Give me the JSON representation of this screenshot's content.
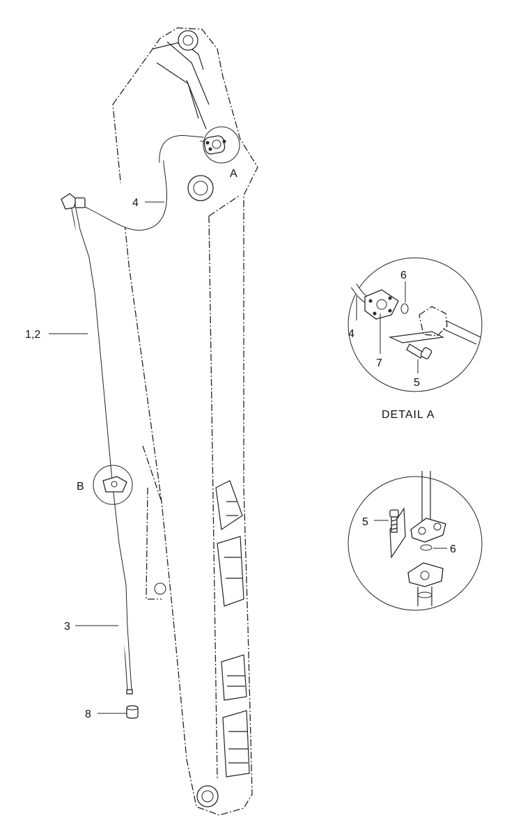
{
  "labels": {
    "pipe_1_2": "1,2",
    "pipe_3": "3",
    "hose_4": "4",
    "fitting_8": "8",
    "detail_a_ref": "A",
    "detail_b_ref": "B",
    "detail_a_4": "4",
    "detail_a_5": "5",
    "detail_a_6": "6",
    "detail_a_7": "7",
    "detail_b_5": "5",
    "detail_b_6": "6"
  },
  "captions": {
    "detail_a": "DETAIL A"
  }
}
